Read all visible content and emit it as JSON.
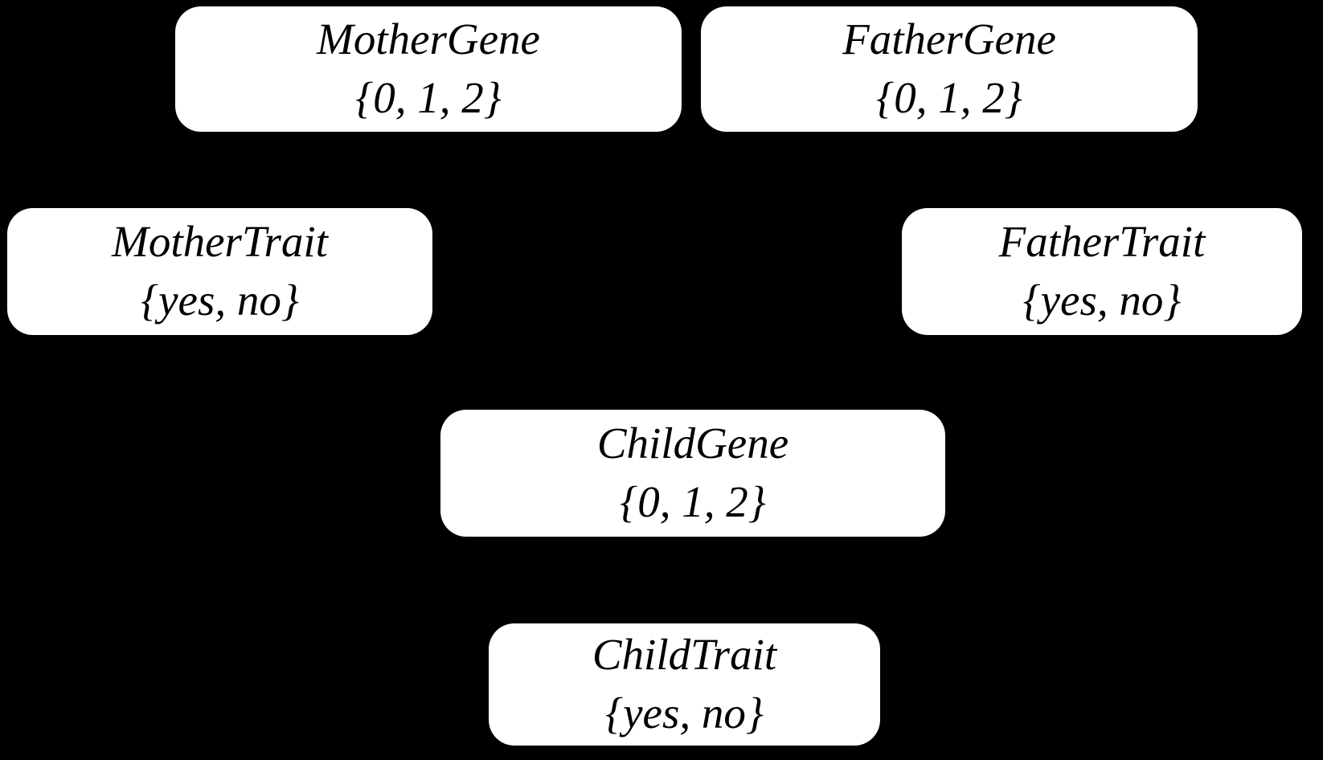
{
  "canvas": {
    "background_color": "#000000",
    "node_fill_color": "#ffffff",
    "node_text_color": "#000000"
  },
  "diagram": {
    "type": "bayesian-network",
    "edges_visible": false,
    "nodes": [
      {
        "id": "mother-gene",
        "label": "MotherGene",
        "values": "{0, 1, 2}"
      },
      {
        "id": "father-gene",
        "label": "FatherGene",
        "values": "{0, 1, 2}"
      },
      {
        "id": "mother-trait",
        "label": "MotherTrait",
        "values": "{yes, no}"
      },
      {
        "id": "father-trait",
        "label": "FatherTrait",
        "values": "{yes, no}"
      },
      {
        "id": "child-gene",
        "label": "ChildGene",
        "values": "{0, 1, 2}"
      },
      {
        "id": "child-trait",
        "label": "ChildTrait",
        "values": "{yes, no}"
      }
    ]
  }
}
